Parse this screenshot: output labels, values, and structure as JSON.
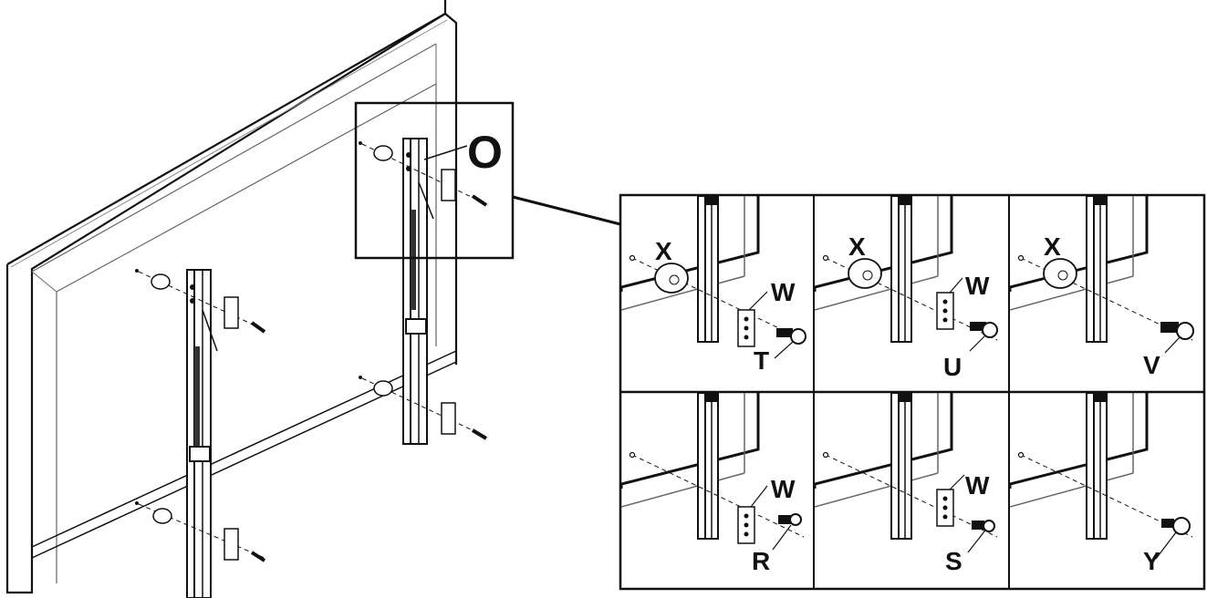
{
  "diagram": {
    "main_callout": "O",
    "colors": {
      "line": "#111111",
      "light_line": "#666666",
      "background": "#ffffff",
      "part_fill": "#e6e6e6"
    },
    "detail_panels": [
      {
        "id": "top-left",
        "labels": [
          "X",
          "W",
          "T"
        ]
      },
      {
        "id": "top-middle",
        "labels": [
          "X",
          "W",
          "U"
        ]
      },
      {
        "id": "top-right",
        "labels": [
          "X",
          "V"
        ]
      },
      {
        "id": "bottom-left",
        "labels": [
          "W",
          "R"
        ]
      },
      {
        "id": "bottom-middle",
        "labels": [
          "W",
          "S"
        ]
      },
      {
        "id": "bottom-right",
        "labels": [
          "Y"
        ]
      }
    ]
  }
}
